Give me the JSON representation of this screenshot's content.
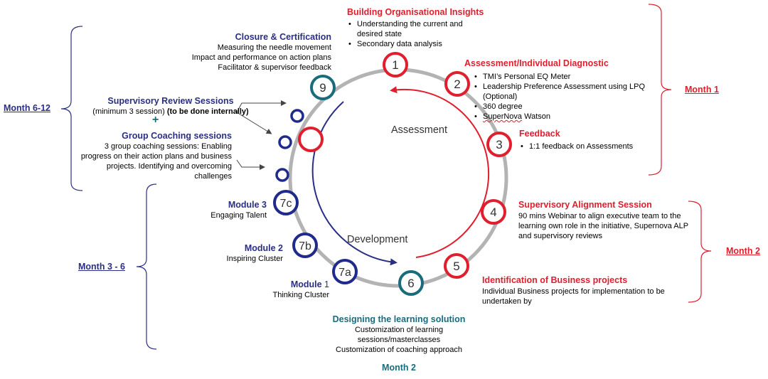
{
  "colors": {
    "red": "#e01e2d",
    "navy": "#1f2a8c",
    "teal": "#1a6b7b",
    "ring": "#b3b3b3"
  },
  "ring_labels": {
    "assessment": "Assessment",
    "development": "Development"
  },
  "nodes": {
    "n1": "1",
    "n2": "2",
    "n3": "3",
    "n4": "4",
    "n5": "5",
    "n6": "6",
    "n7a": "7a",
    "n7b": "7b",
    "n7c": "7c",
    "n9": "9"
  },
  "steps": {
    "s1": {
      "title": "Building Organisational Insights",
      "bullets": [
        "Understanding the current and desired state",
        "Secondary data analysis"
      ]
    },
    "s2": {
      "title": "Assessment/Individual Diagnostic",
      "bullets": [
        "TMI’s Personal EQ Meter",
        "Leadership Preference Assessment using LPQ (Optional)",
        "360 degree"
      ],
      "bullet4_a": "SuperNova",
      "bullet4_b": " Watson"
    },
    "s3": {
      "title": "Feedback",
      "bullets": [
        "1:1 feedback on Assessments"
      ]
    },
    "s4": {
      "title": "Supervisory Alignment Session",
      "body": "90 mins Webinar to align executive team to the learning own role in the initiative, Supernova ALP and supervisory reviews"
    },
    "s5": {
      "title": "Identification of Business projects",
      "body": "Individual Business projects for implementation to be undertaken by"
    },
    "s6": {
      "title": "Designing the learning solution",
      "lines": [
        "Customization of learning",
        "sessions/masterclasses",
        "Customization of coaching approach"
      ],
      "month": "Month 2"
    },
    "m1": {
      "title": "Module",
      "title_num": " 1",
      "sub": "Thinking Cluster"
    },
    "m2": {
      "title": "Module 2",
      "sub": "Inspiring Cluster"
    },
    "m3": {
      "title": "Module 3",
      "sub": "Engaging Talent"
    },
    "s9": {
      "title": "Closure & Certification",
      "lines": [
        "Measuring the needle movement",
        "Impact and performance on action plans",
        "Facilitator & supervisor feedback"
      ]
    },
    "srs": {
      "title": "Supervisory Review Sessions",
      "line_a": "(minimum 3 session) ",
      "line_b": "(to be done internally)"
    },
    "plus": "+",
    "gcs": {
      "title": "Group Coaching sessions",
      "lines": [
        "3 group coaching sessions: Enabling",
        "progress on their action plans and business",
        "projects. Identifying and overcoming",
        "challenges"
      ]
    }
  },
  "months": {
    "month1": "Month 1",
    "month2": "Month 2",
    "month3_6": "Month 3 - 6",
    "month6_12": "Month 6-12"
  }
}
